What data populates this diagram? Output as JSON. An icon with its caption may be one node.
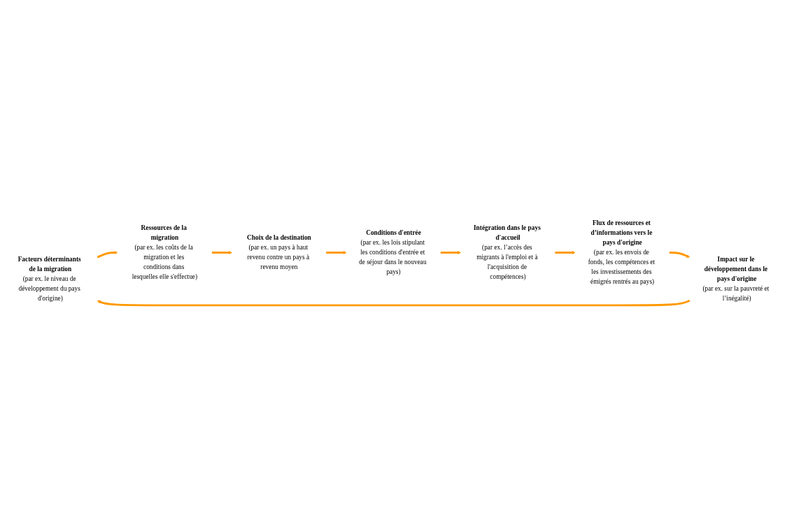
{
  "diagram": {
    "nodes": [
      {
        "text": [
          "Facteurs déterminants de la migration",
          "(par ex. le niveau de développement du pays d'origine)"
        ]
      },
      {
        "text": [
          "Ressources de la migration",
          "(par ex. les coûts de la migration et les conditions dans lesquelles elle s'effectue)"
        ]
      },
      {
        "text": [
          "Choix de la destination",
          "(par ex. un pays à haut revenu contre un pays à revenu moyen"
        ]
      },
      {
        "text": [
          "Conditions d'entrée",
          "(par ex. les lois stipulant les conditions d'entrée et de séjour dans le nouveau pays)"
        ]
      },
      {
        "text": [
          "Intégration dans le pays d'accueil",
          "(par ex. l’accès des migrants à l'emploi et à l'acquisition de compétences)"
        ]
      },
      {
        "text": [
          "Flux de ressources et d’informations vers le pays d'origine",
          "(par ex. les envois de fonds, les compétences et les investissements des émigrés rentrés au pays)"
        ]
      },
      {
        "text": [
          "Impact sur le développement dans le pays d'origine",
          "(par ex. sur la pauvreté et l’inégalité)"
        ]
      }
    ],
    "edges": [
      {
        "from": 0,
        "to": 1,
        "arrow": "to"
      },
      {
        "from": 1,
        "to": 2,
        "arrow": "to"
      },
      {
        "from": 2,
        "to": 3,
        "arrow": "to"
      },
      {
        "from": 3,
        "to": 4,
        "arrow": "to"
      },
      {
        "from": 4,
        "to": 5,
        "arrow": "to"
      },
      {
        "from": 5,
        "to": 6,
        "arrow": "to"
      },
      {
        "from": 6,
        "to": 0,
        "arrow": "to"
      }
    ]
  }
}
